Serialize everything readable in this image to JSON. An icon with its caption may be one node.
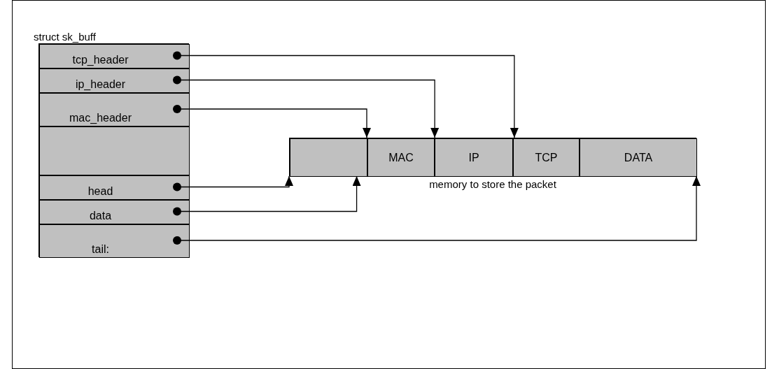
{
  "diagram": {
    "nodes": [
      {
        "text": [
          "struct sk_buff"
        ]
      },
      {
        "text": [
          "tcp_header"
        ],
        "in": 0
      },
      {
        "text": [
          "ip_header"
        ],
        "in": 0
      },
      {
        "text": [
          "mac_header"
        ],
        "in": 0
      },
      {
        "text": [],
        "shape": "box",
        "in": 0
      },
      {
        "text": [
          "head"
        ],
        "in": 0
      },
      {
        "text": [
          "data"
        ],
        "in": 0
      },
      {
        "text": [
          "tail:"
        ],
        "in": 0
      },
      {
        "text": [
          "memory to store the packet"
        ]
      },
      {
        "text": [],
        "shape": "box",
        "in": 8
      },
      {
        "text": [
          "MAC"
        ],
        "in": 8
      },
      {
        "text": [
          "IP"
        ],
        "in": 8
      },
      {
        "text": [
          "TCP"
        ],
        "in": 8
      },
      {
        "text": [
          "DATA"
        ],
        "in": 8
      }
    ],
    "edges": [
      {
        "from": 1,
        "to": 12,
        "arrow": "to"
      },
      {
        "from": 2,
        "to": 11,
        "arrow": "to"
      },
      {
        "from": 3,
        "to": 10,
        "arrow": "to"
      },
      {
        "from": 5,
        "to": 9,
        "arrow": "to"
      },
      {
        "from": 6,
        "to": 9,
        "arrow": "to"
      },
      {
        "from": 7,
        "to": 13,
        "arrow": "to"
      }
    ]
  }
}
